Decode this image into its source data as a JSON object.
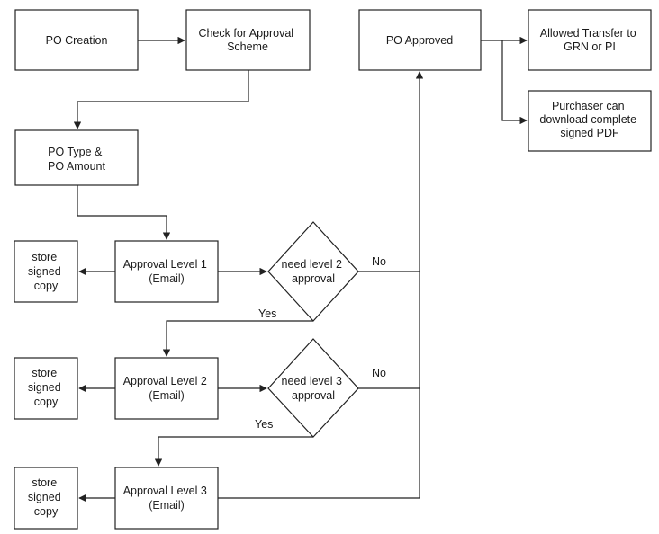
{
  "nodes": {
    "po_creation": {
      "lines": [
        "PO Creation"
      ]
    },
    "check_scheme": {
      "lines": [
        "Check for Approval",
        "Scheme"
      ]
    },
    "po_approved": {
      "lines": [
        "PO Approved"
      ]
    },
    "allowed_transfer": {
      "lines": [
        "Allowed Transfer to",
        "GRN or PI"
      ]
    },
    "purchaser_pdf": {
      "lines": [
        "Purchaser can",
        "download complete",
        "signed PDF"
      ]
    },
    "po_type_amount": {
      "lines": [
        "PO Type &",
        "PO Amount"
      ]
    },
    "store_copy_1": {
      "lines": [
        "store",
        "signed",
        "copy"
      ]
    },
    "approval_level_1": {
      "lines": [
        "Approval Level 1",
        "(Email)"
      ]
    },
    "need_level_2": {
      "lines": [
        "need level 2",
        "approval"
      ]
    },
    "store_copy_2": {
      "lines": [
        "store",
        "signed",
        "copy"
      ]
    },
    "approval_level_2": {
      "lines": [
        "Approval Level 2",
        "(Email)"
      ]
    },
    "need_level_3": {
      "lines": [
        "need level 3",
        "approval"
      ]
    },
    "store_copy_3": {
      "lines": [
        "store",
        "signed",
        "copy"
      ]
    },
    "approval_level_3": {
      "lines": [
        "Approval Level 3",
        "(Email)"
      ]
    }
  },
  "edge_labels": {
    "no_1": "No",
    "yes_1": "Yes",
    "no_2": "No",
    "yes_2": "Yes"
  },
  "colors": {
    "stroke": "#222222",
    "text": "#1a1a1a",
    "background": "#ffffff"
  }
}
